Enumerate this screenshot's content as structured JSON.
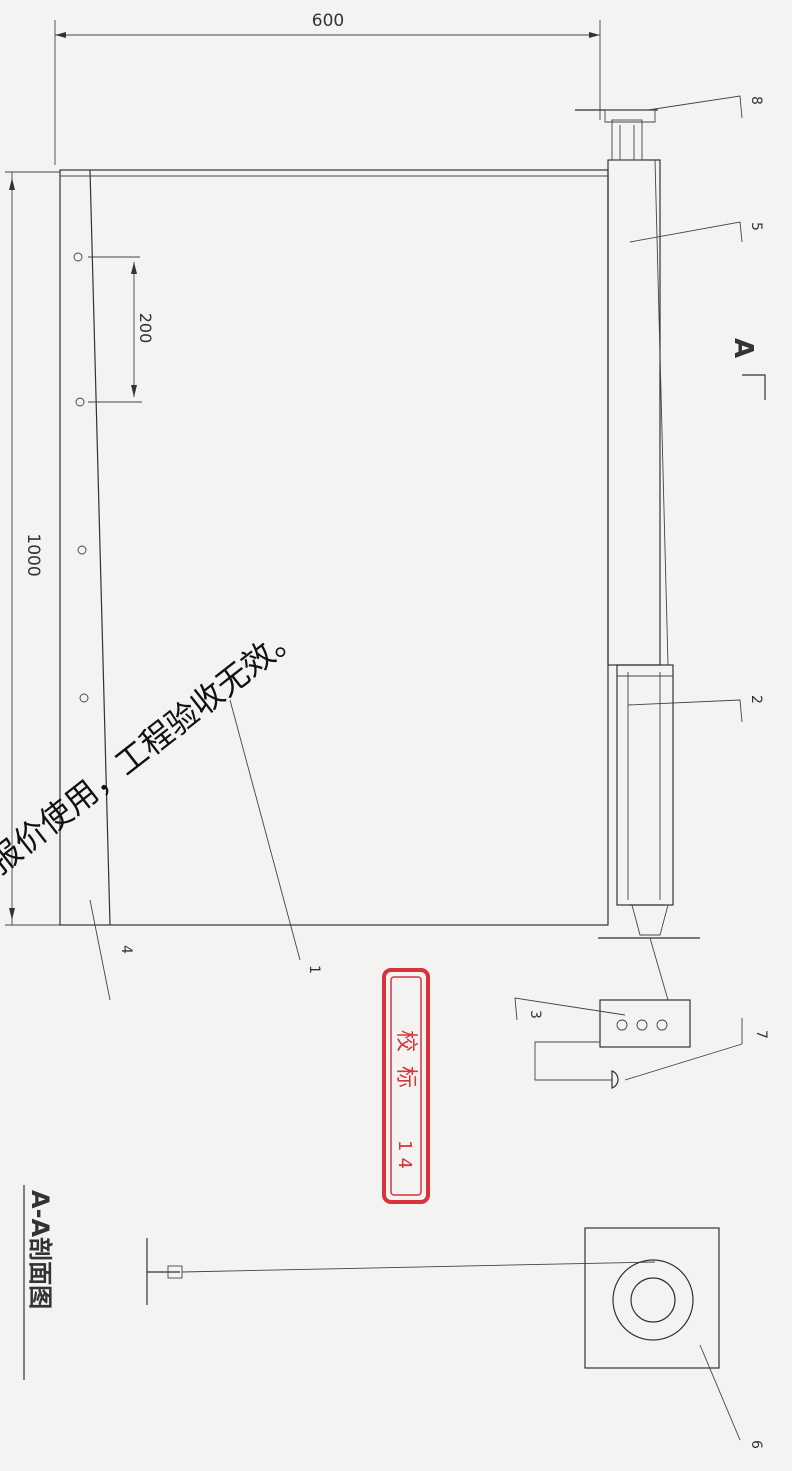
{
  "dimensions": {
    "width": "600",
    "height": "1000",
    "spacing": "200"
  },
  "part_labels": [
    "1",
    "2",
    "3",
    "4",
    "5",
    "6",
    "7",
    "8"
  ],
  "view_marker": "A",
  "section_title": "A-A剖面图",
  "watermark": "报价使用，工程验收无效。",
  "stamp": {
    "text": "校标",
    "number": "14"
  },
  "colors": {
    "line": "#333333",
    "stamp": "#d8323c",
    "watermark": "#111111"
  }
}
